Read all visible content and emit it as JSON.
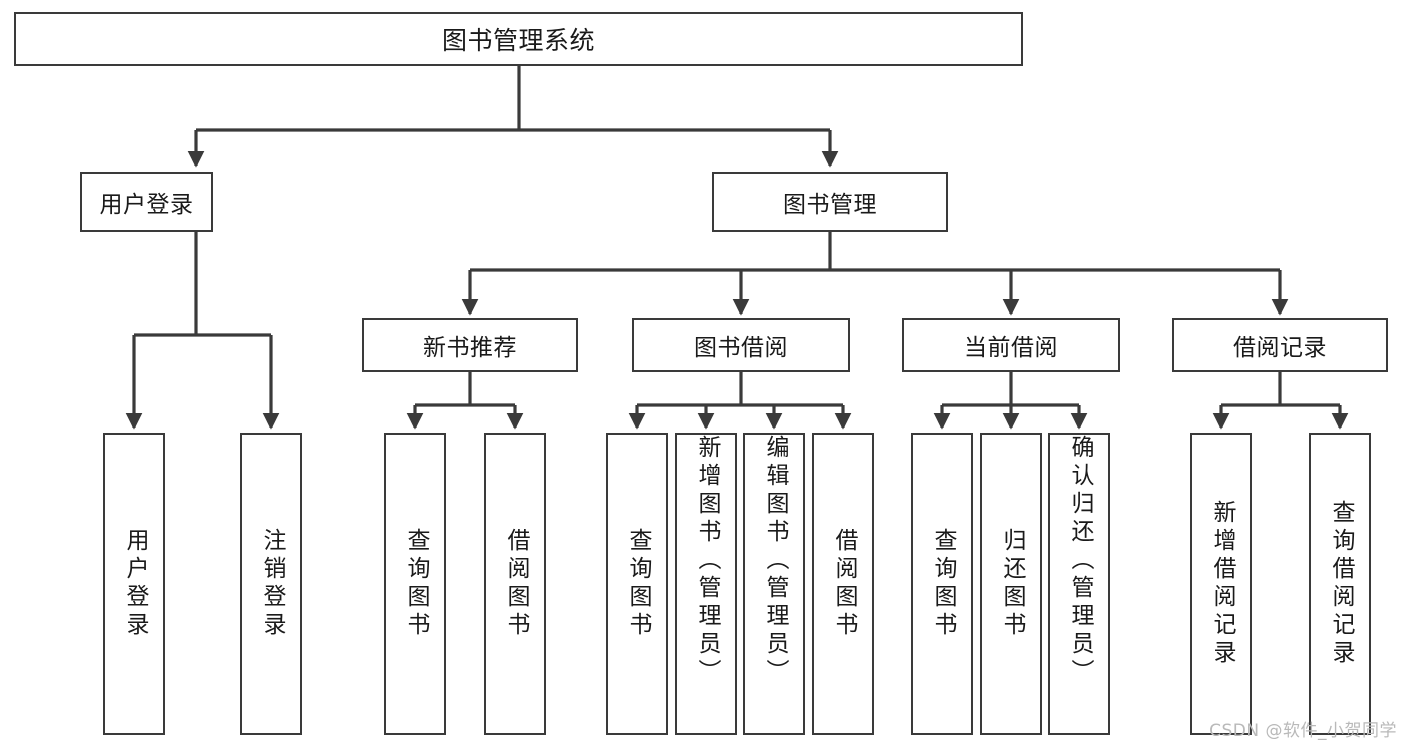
{
  "diagram": {
    "type": "tree",
    "title": "图书管理系统",
    "background_color": "#ffffff",
    "line_color": "#3a3a3a",
    "text_color": "#1a1a1a",
    "root": {
      "id": "root",
      "label": "图书管理系统"
    },
    "level1": [
      {
        "id": "user-login",
        "label": "用户登录"
      },
      {
        "id": "book-management",
        "label": "图书管理"
      }
    ],
    "level2": [
      {
        "id": "new-book-recommend",
        "label": "新书推荐",
        "parent": "book-management"
      },
      {
        "id": "book-borrow",
        "label": "图书借阅",
        "parent": "book-management"
      },
      {
        "id": "current-borrow",
        "label": "当前借阅",
        "parent": "book-management"
      },
      {
        "id": "borrow-record",
        "label": "借阅记录",
        "parent": "book-management"
      }
    ],
    "leaves": [
      {
        "id": "leaf-user-login",
        "label": "用户登录",
        "parent": "user-login"
      },
      {
        "id": "leaf-logout",
        "label": "注销登录",
        "parent": "user-login"
      },
      {
        "id": "leaf-query-book-1",
        "label": "查询图书",
        "parent": "new-book-recommend"
      },
      {
        "id": "leaf-borrow-book-1",
        "label": "借阅图书",
        "parent": "new-book-recommend"
      },
      {
        "id": "leaf-query-book-2",
        "label": "查询图书",
        "parent": "book-borrow"
      },
      {
        "id": "leaf-add-book",
        "label": "新增图书（管理员）",
        "parent": "book-borrow"
      },
      {
        "id": "leaf-edit-book",
        "label": "编辑图书（管理员）",
        "parent": "book-borrow"
      },
      {
        "id": "leaf-borrow-book-2",
        "label": "借阅图书",
        "parent": "book-borrow"
      },
      {
        "id": "leaf-query-book-3",
        "label": "查询图书",
        "parent": "current-borrow"
      },
      {
        "id": "leaf-return-book",
        "label": "归还图书",
        "parent": "current-borrow"
      },
      {
        "id": "leaf-confirm-return",
        "label": "确认归还（管理员）",
        "parent": "current-borrow"
      },
      {
        "id": "leaf-add-record",
        "label": "新增借阅记录",
        "parent": "borrow-record"
      },
      {
        "id": "leaf-query-record",
        "label": "查询借阅记录",
        "parent": "borrow-record"
      }
    ]
  },
  "watermark": {
    "text": "CSDN @软件_小贺同学"
  }
}
